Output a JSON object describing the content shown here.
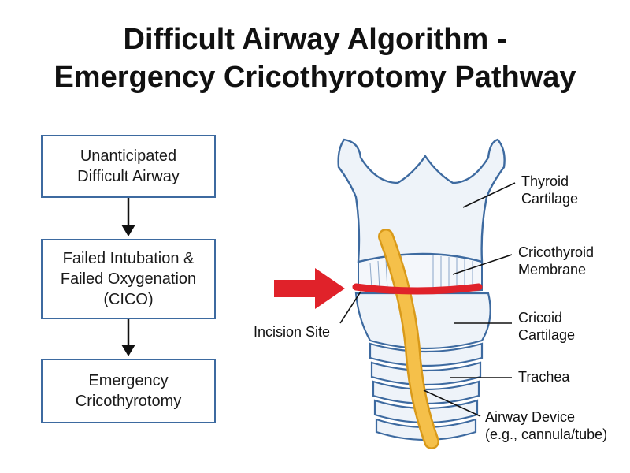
{
  "title": {
    "line1": "Difficult Airway Algorithm -",
    "line2": "Emergency Cricothyrotomy Pathway"
  },
  "flowchart": {
    "steps": [
      {
        "line1": "Unanticipated",
        "line2": "Difficult Airway"
      },
      {
        "line1": "Failed Intubation &",
        "line2": "Failed Oxygenation",
        "line3": "(CICO)"
      },
      {
        "line1": "Emergency",
        "line2": "Cricothyrotomy"
      }
    ]
  },
  "anatomy": {
    "labels": {
      "thyroid": {
        "line1": "Thyroid",
        "line2": "Cartilage"
      },
      "membrane": {
        "line1": "Cricothyroid",
        "line2": "Membrane"
      },
      "cricoid": {
        "line1": "Cricoid",
        "line2": "Cartilage"
      },
      "trachea": "Trachea",
      "device": {
        "line1": "Airway Device",
        "line2": "(e.g., cannula/tube)"
      },
      "incision": "Incision Site"
    }
  },
  "colors": {
    "box_border": "#3d6aa0",
    "anatomy_outline": "#3d6aa0",
    "anatomy_fill": "#eef3f9",
    "incision_band": "#e0222a",
    "indicator_arrow": "#e0222a",
    "airway_device": "#f5c04a",
    "airway_device_outline": "#d99a1a"
  },
  "icons": {
    "flow_arrow": "arrow-down-icon",
    "incision_pointer": "arrow-right-icon"
  }
}
